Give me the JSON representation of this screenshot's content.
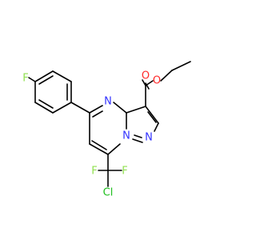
{
  "molecule": {
    "atom_labels": {
      "fluoro_aryl": "F",
      "pyrimidine_n": "N",
      "bridgehead_n": "N",
      "pyrazole_n": "N",
      "ester_carbonyl_o": "O",
      "ester_ether_o": "O",
      "cf2_f_left": "F",
      "cf2_f_right": "F",
      "chloro": "Cl"
    },
    "colors": {
      "bond": "#000000",
      "nitrogen": "#3333ff",
      "oxygen": "#ff2a2a",
      "fluorine": "#90e050",
      "chlorine": "#1fbf1f"
    }
  }
}
